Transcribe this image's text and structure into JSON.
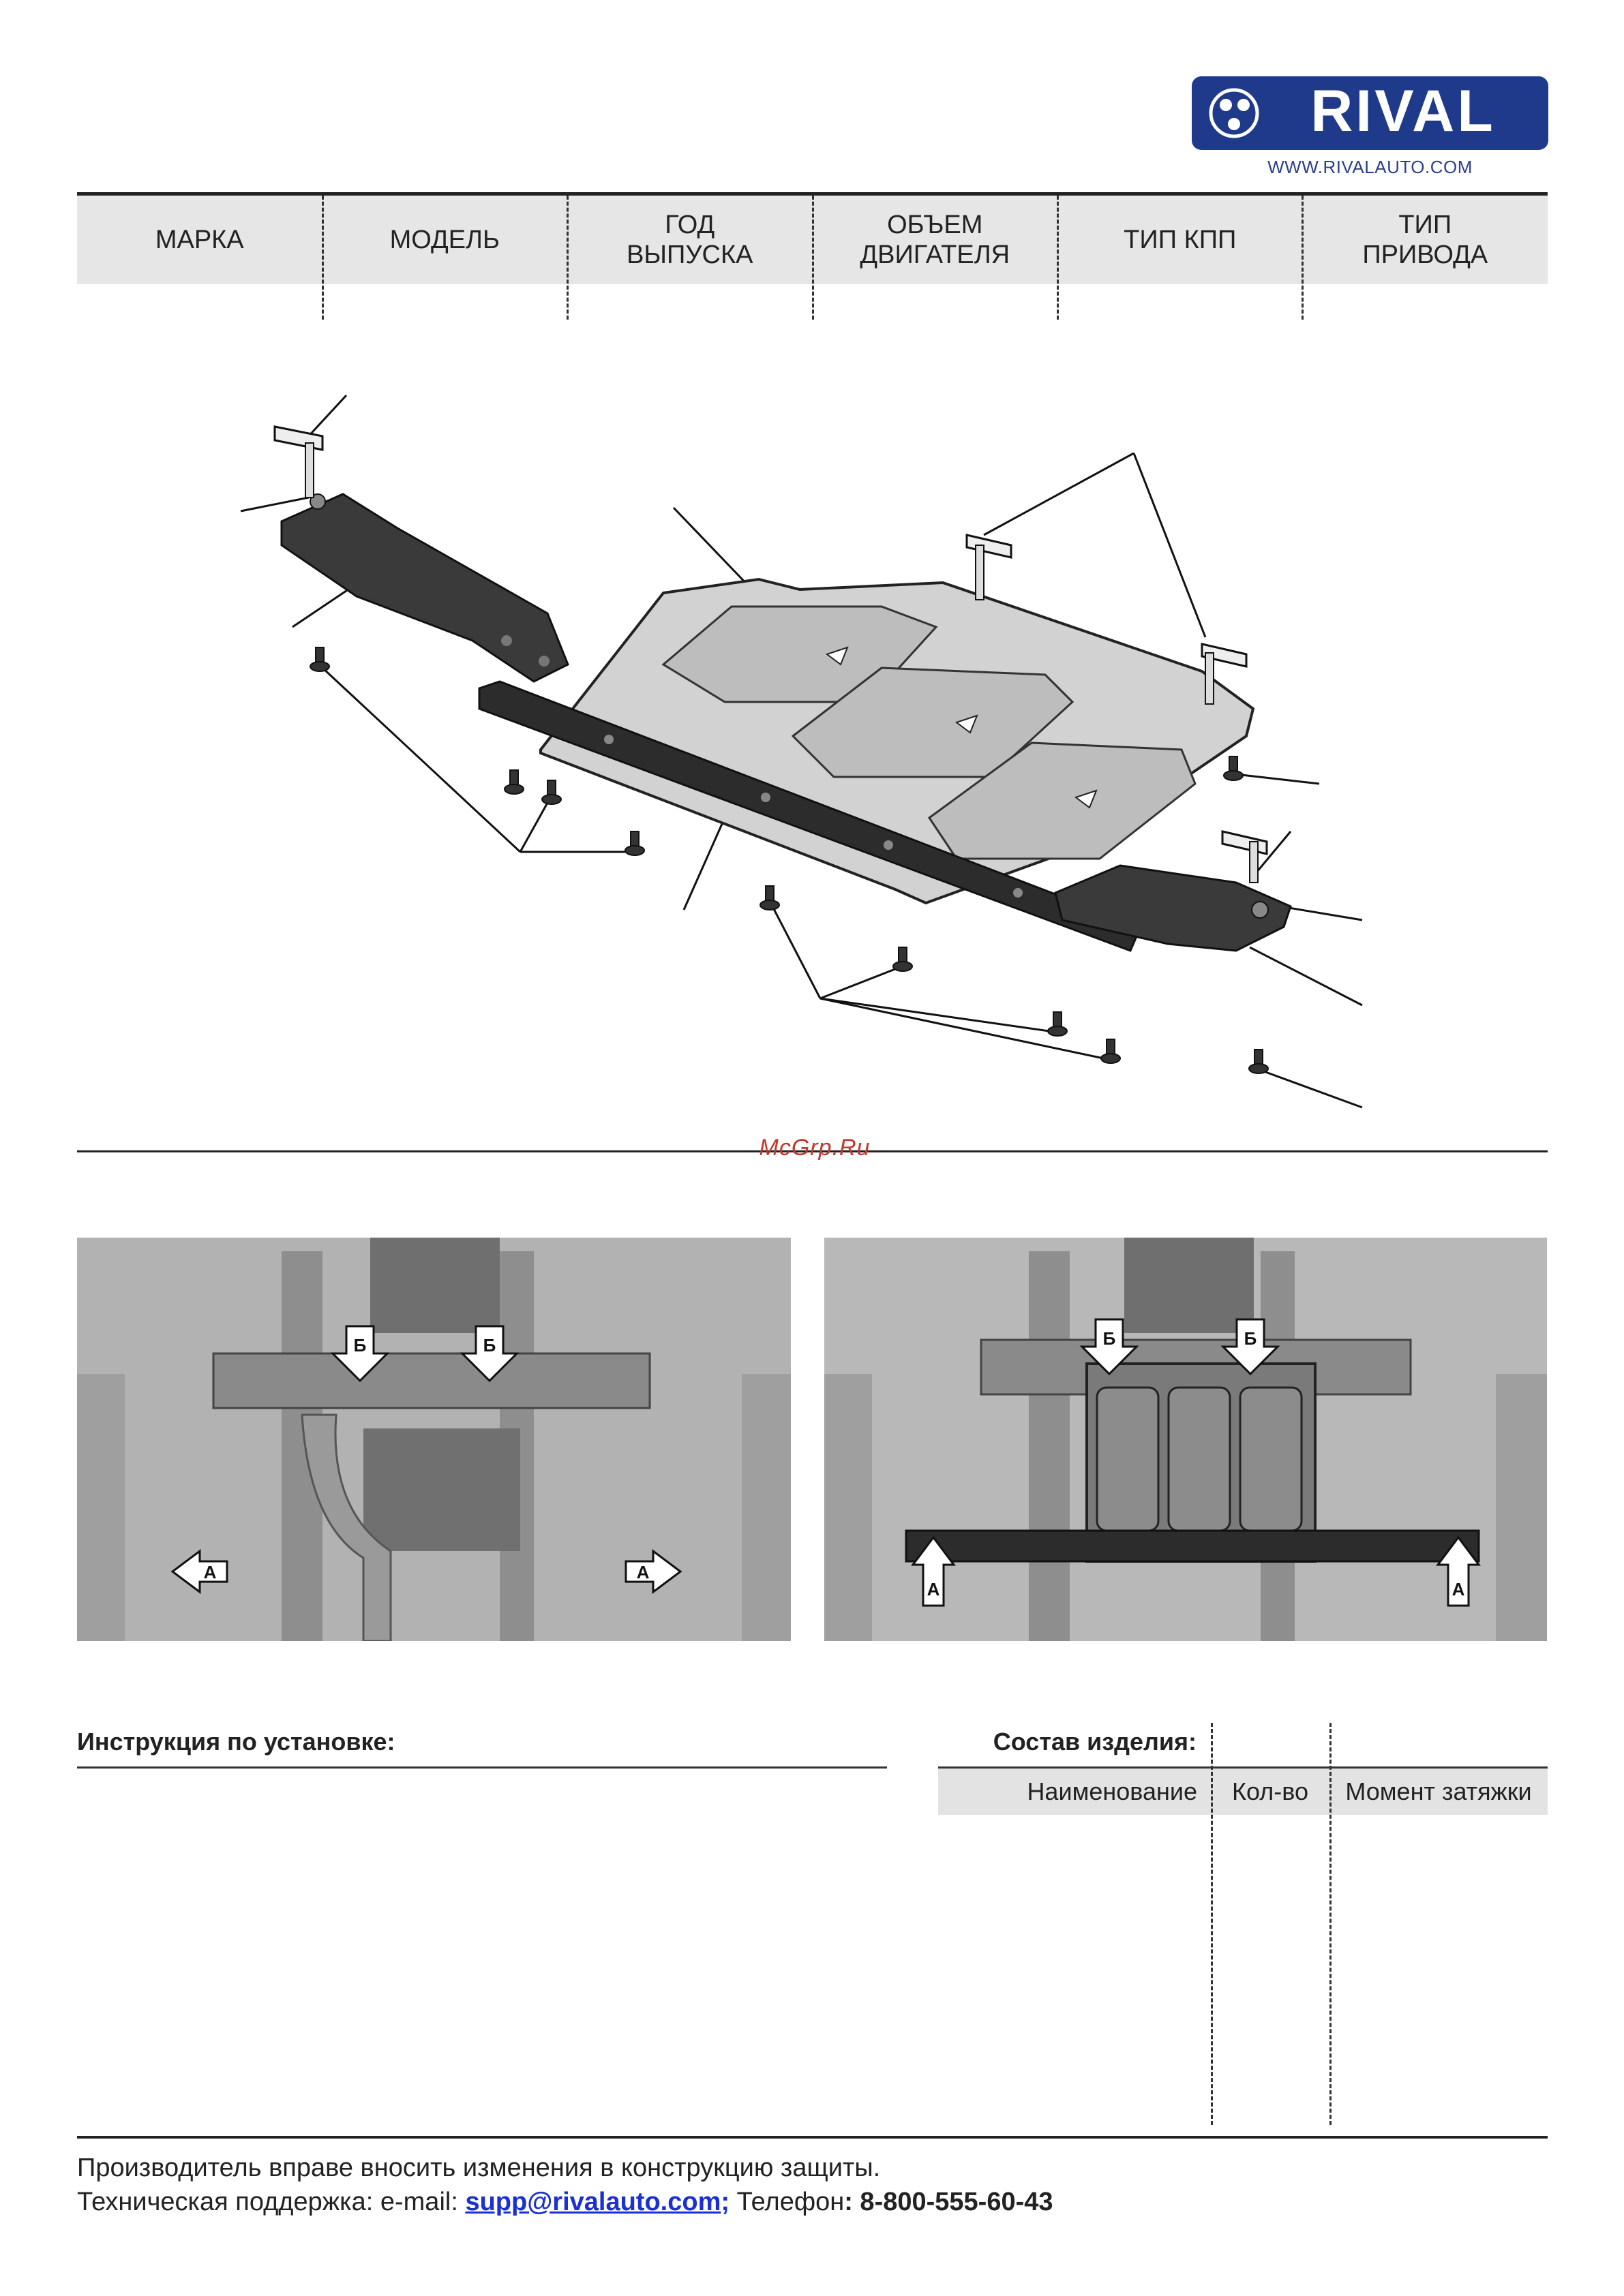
{
  "brand": {
    "logo_text": "RIVAL",
    "website": "WWW.RIVALAUTO.COM",
    "color": "#1f3a8a"
  },
  "header_columns": [
    "МАРКА",
    "МОДЕЛЬ",
    "ГОД\nВЫПУСКА",
    "ОБЪЕМ\nДВИГАТЕЛЯ",
    "ТИП КПП",
    "ТИП\nПРИВОДА"
  ],
  "watermark": "McGrp.Ru",
  "photos": {
    "before": {
      "marker_a": "А",
      "marker_b": "Б"
    },
    "after": {
      "marker_a": "А",
      "marker_b": "Б"
    }
  },
  "instructions": {
    "title": "Инструкция по установке:"
  },
  "composition": {
    "title": "Состав изделия:",
    "col_name": "Наименование",
    "col_qty": "Кол-во",
    "col_torque": "Момент затяжки"
  },
  "footer": {
    "note": "Производитель вправе вносить изменения в конструкцию защиты.",
    "support_label": "Техническая поддержка:  e-mail: ",
    "email": "supp@rivalauto.com",
    "email_suffix": ";",
    "phone_label": " Телефон",
    "phone": ": 8-800-555-60-43"
  }
}
